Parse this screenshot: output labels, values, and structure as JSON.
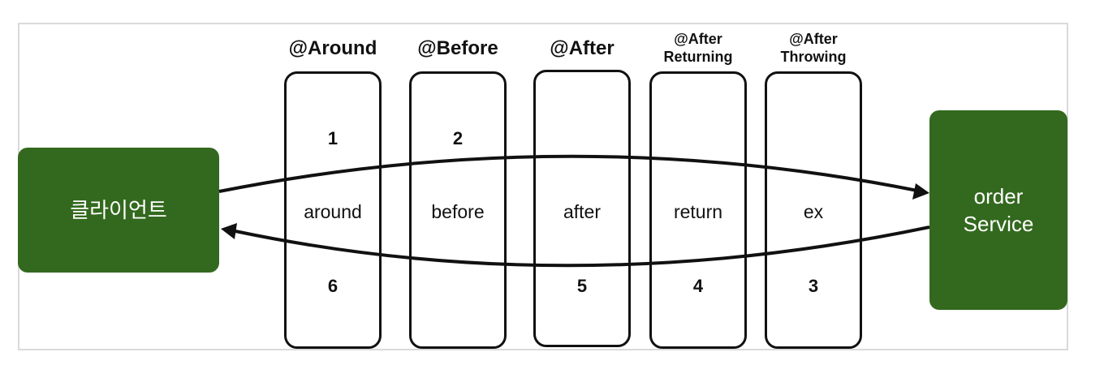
{
  "client": {
    "label": "클라이언트"
  },
  "service": {
    "label": "order\nService"
  },
  "advices": [
    {
      "title": "@Around",
      "top_number": "1",
      "method": "around",
      "bottom_number": "6"
    },
    {
      "title": "@Before",
      "top_number": "2",
      "method": "before",
      "bottom_number": ""
    },
    {
      "title": "@After",
      "top_number": "",
      "method": "after",
      "bottom_number": "5"
    },
    {
      "title": "@After\nReturning",
      "top_number": "",
      "method": "return",
      "bottom_number": "4"
    },
    {
      "title": "@After\nThrowing",
      "top_number": "",
      "method": "ex",
      "bottom_number": "3"
    }
  ],
  "colors": {
    "actor_fill": "#33691e",
    "stroke": "#111111",
    "frame": "#dadada"
  }
}
